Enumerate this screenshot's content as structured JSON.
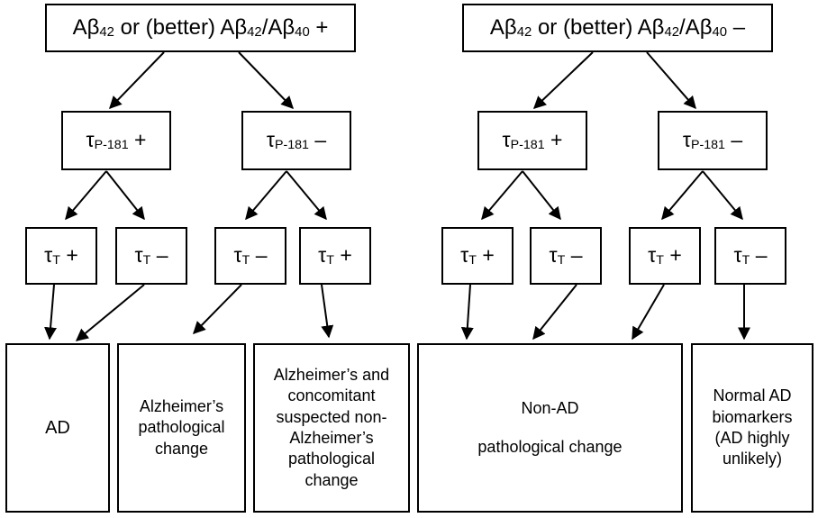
{
  "root_left": {
    "a": "Aβ",
    "s1": "42",
    "b": " or (better) Aβ",
    "s2": "42",
    "c": "/Aβ",
    "s3": "40",
    "d": " +"
  },
  "root_right": {
    "a": "Aβ",
    "s1": "42",
    "b": " or (better) Aβ",
    "s2": "42",
    "c": "/Aβ",
    "s3": "40",
    "d": " –"
  },
  "ptau_pos": {
    "sym": "τ",
    "sub": "P-181",
    "sign": " +"
  },
  "ptau_neg": {
    "sym": "τ",
    "sub": "P-181",
    "sign": " –"
  },
  "ttau_pos": {
    "sym": "τ",
    "sub": "T",
    "sign": " +"
  },
  "ttau_neg": {
    "sym": "τ",
    "sub": "T",
    "sign": " –"
  },
  "outcomes": {
    "ad": [
      "AD"
    ],
    "alz_change": [
      "Alzheimer’s",
      "pathological",
      "change"
    ],
    "alz_concomitant": [
      "Alzheimer’s and",
      "concomitant",
      "suspected non-",
      "Alzheimer’s",
      "pathological",
      "change"
    ],
    "non_ad": [
      "Non-AD",
      "pathological change"
    ],
    "normal": [
      "Normal AD",
      "biomarkers",
      "(AD highly",
      "unlikely)"
    ]
  }
}
